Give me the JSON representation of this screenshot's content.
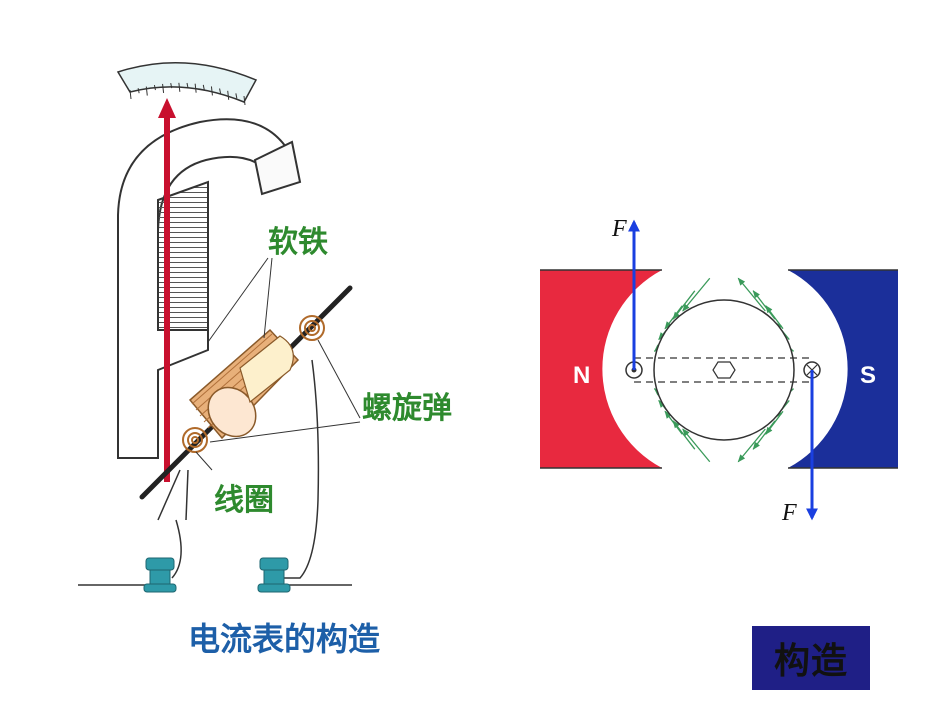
{
  "meter_diagram": {
    "label_soft_iron": "软铁",
    "label_spiral_spring": "螺旋弹",
    "label_coil": "线圈",
    "caption": "电流表的构造"
  },
  "force_diagram": {
    "north_pole": "N",
    "south_pole": "S",
    "force_top": "F",
    "force_bottom": "F",
    "colors": {
      "north": "#e8293f",
      "south": "#1b2f9a",
      "field_arrows": "#3a9a5a",
      "force": "#1a3fe0"
    }
  },
  "button": {
    "label": "构造",
    "color": "#1f1f86"
  }
}
